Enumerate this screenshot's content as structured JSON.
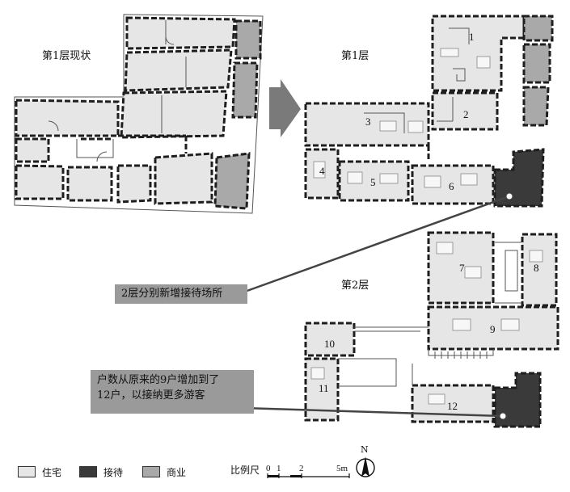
{
  "labels": {
    "current_floor1": "第1层现状",
    "floor1": "第1层",
    "floor2": "第2层"
  },
  "rooms": [
    "1",
    "2",
    "3",
    "4",
    "5",
    "6",
    "7",
    "8",
    "9",
    "10",
    "11",
    "12"
  ],
  "callouts": {
    "reception": "2层分别新增接待场所",
    "households_line1": "户数从原来的9户增加到了",
    "households_line2": "12户，以接纳更多游客"
  },
  "legend": [
    {
      "label": "住宅",
      "color": "#e6e6e6"
    },
    {
      "label": "接待",
      "color": "#3a3a3a"
    },
    {
      "label": "商业",
      "color": "#a9a9a9"
    }
  ],
  "scale": {
    "title": "比例尺",
    "ticks": [
      "0",
      "1",
      "2",
      "5m"
    ]
  },
  "north": "N",
  "colors": {
    "residential": "#e6e6e6",
    "reception": "#3a3a3a",
    "commercial": "#a9a9a9"
  }
}
